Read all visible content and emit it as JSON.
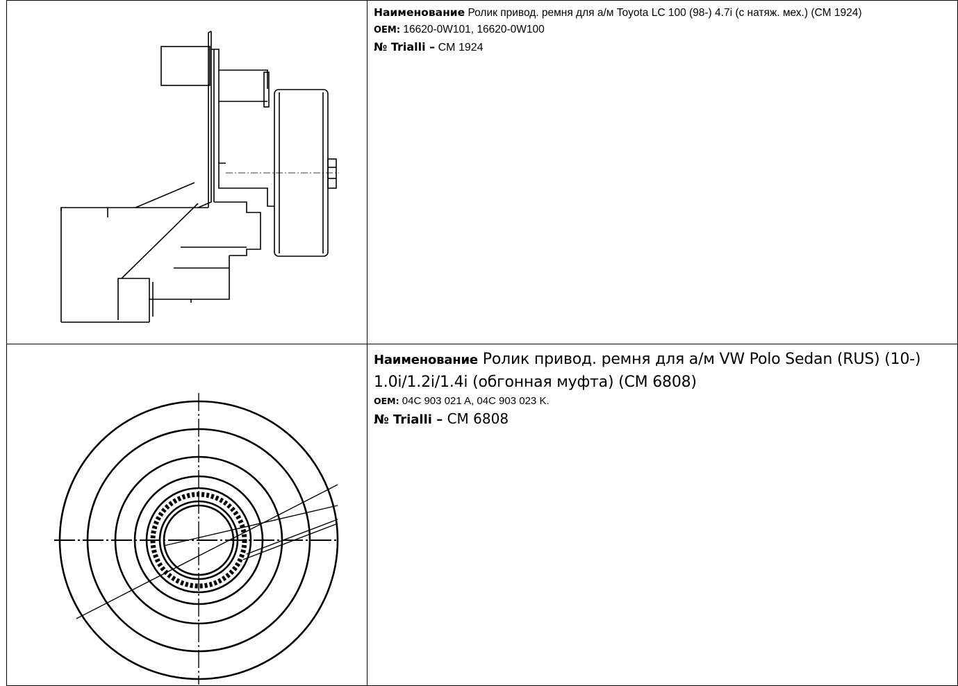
{
  "products": [
    {
      "name_label": "Наименование",
      "name_text": "Ролик привод. ремня для а/м Toyota LC 100 (98-) 4.7i (с натяж. мех.) (CM 1924)",
      "oem_label": "OEM:",
      "oem_text": "16620-0W101, 16620-0W100",
      "trialli_label": "№ Trialli –",
      "trialli_text": "CM 1924",
      "drawing_icon": "tensioner-drawing-icon"
    },
    {
      "name_label": "Наименование",
      "name_text": "Ролик привод. ремня для а/м VW Polo Sedan (RUS) (10-) 1.0i/1.2i/1.4i (обгонная муфта) (CM 6808)",
      "oem_label": "OEM:",
      "oem_text": "04C 903 021 A, 04C 903 023 K.",
      "trialli_label": "№ Trialli –",
      "trialli_text": "CM 6808",
      "drawing_icon": "pulley-drawing-icon"
    }
  ]
}
